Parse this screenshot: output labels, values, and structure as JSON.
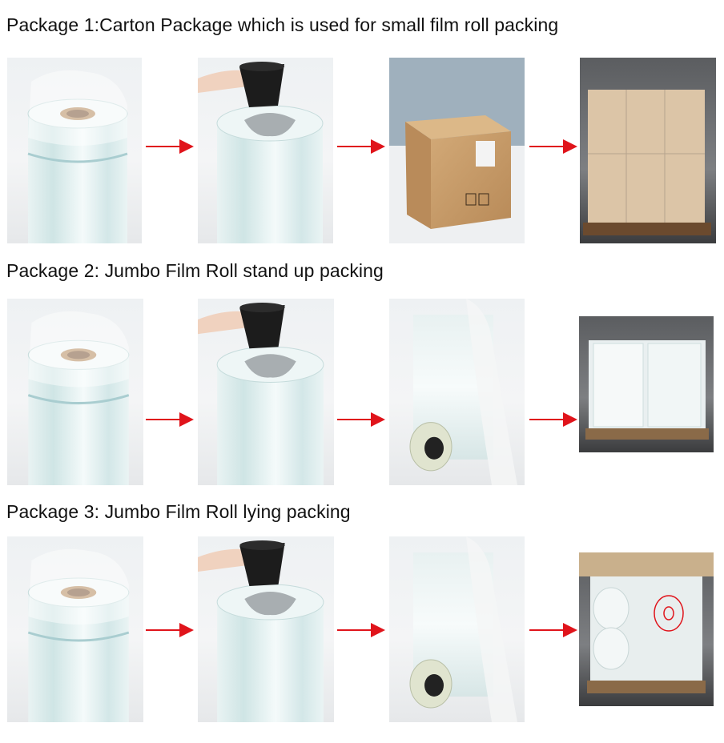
{
  "sections": [
    {
      "title": "Package 1:Carton Package which is used for small film roll packing"
    },
    {
      "title": "Package 2: Jumbo Film Roll stand up packing"
    },
    {
      "title": "Package 3: Jumbo Film Roll lying packing"
    }
  ],
  "colors": {
    "arrow": "#e0141b",
    "film": "#dfeef0",
    "film_edge": "#bcd9dc",
    "core": "#b58a5e",
    "carton": "#c89e6e",
    "pallet": "#6b4a2e",
    "cap": "#1c1c1c"
  },
  "icons": [
    "red-arrow-icon"
  ]
}
